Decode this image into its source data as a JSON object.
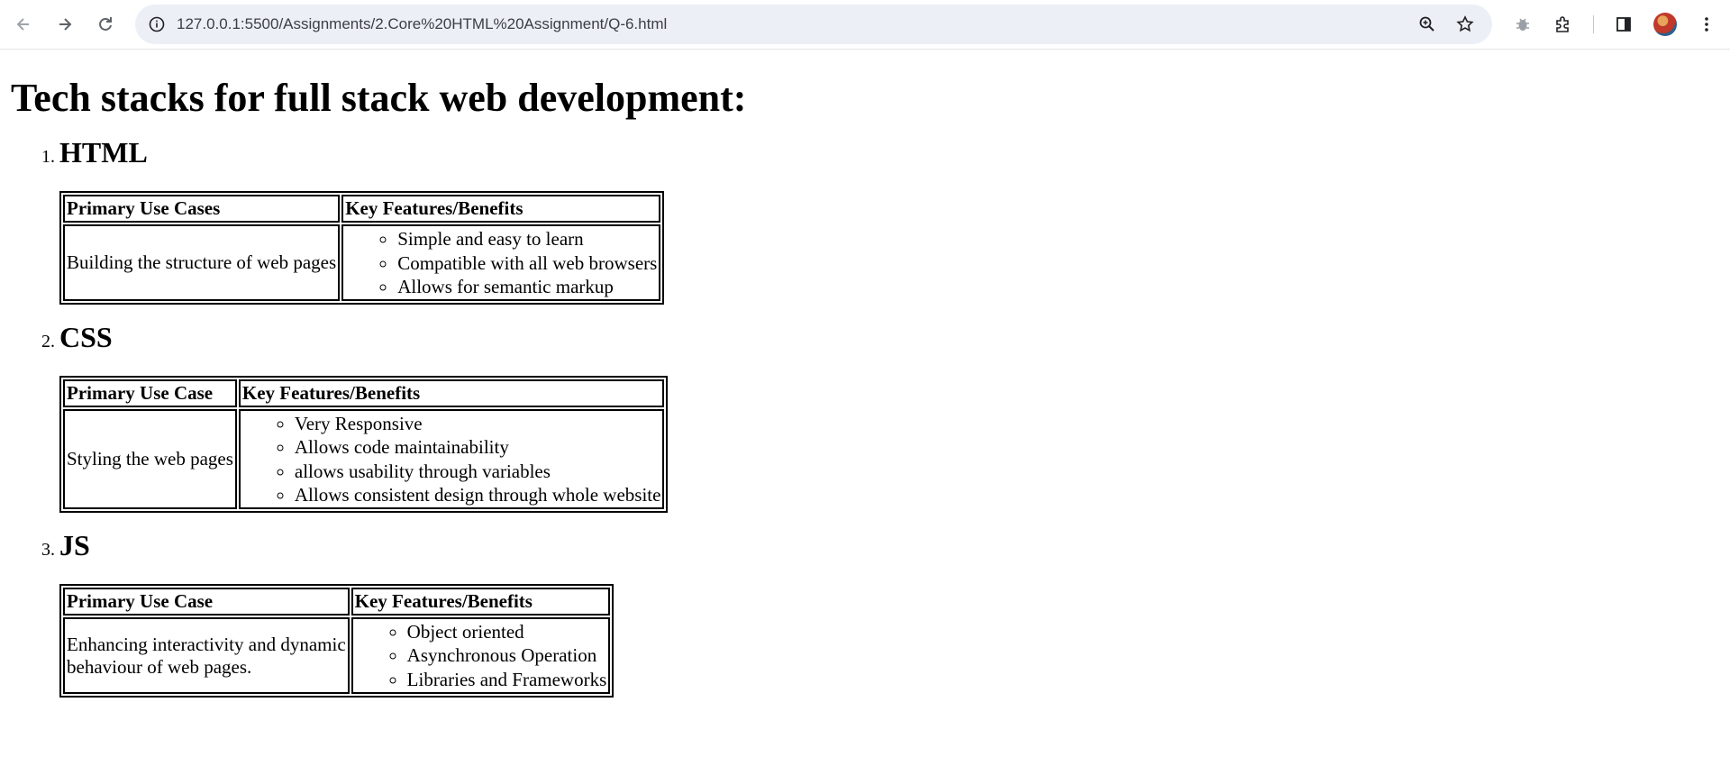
{
  "browser": {
    "url": "127.0.0.1:5500/Assignments/2.Core%20HTML%20Assignment/Q-6.html"
  },
  "page": {
    "title": "Tech stacks for full stack web development:",
    "stacks": [
      {
        "number": "1.",
        "name": "HTML",
        "table": {
          "headers": [
            "Primary Use Cases",
            "Key Features/Benefits"
          ],
          "use_case": "Building the structure of web pages",
          "features": [
            "Simple and easy to learn",
            "Compatible with all web browsers",
            "Allows for semantic markup"
          ]
        }
      },
      {
        "number": "2.",
        "name": "CSS",
        "table": {
          "headers": [
            "Primary Use Case",
            "Key Features/Benefits"
          ],
          "use_case": "Styling the web pages",
          "features": [
            "Very Responsive",
            "Allows code maintainability",
            "allows usability through variables",
            "Allows consistent design through whole website"
          ]
        }
      },
      {
        "number": "3.",
        "name": "JS",
        "table": {
          "headers": [
            "Primary Use Case",
            "Key Features/Benefits"
          ],
          "use_case_lines": [
            "Enhancing interactivity and dynamic",
            "behaviour of web pages."
          ],
          "features": [
            "Object oriented",
            "Asynchronous Operation",
            "Libraries and Frameworks"
          ]
        }
      }
    ]
  }
}
